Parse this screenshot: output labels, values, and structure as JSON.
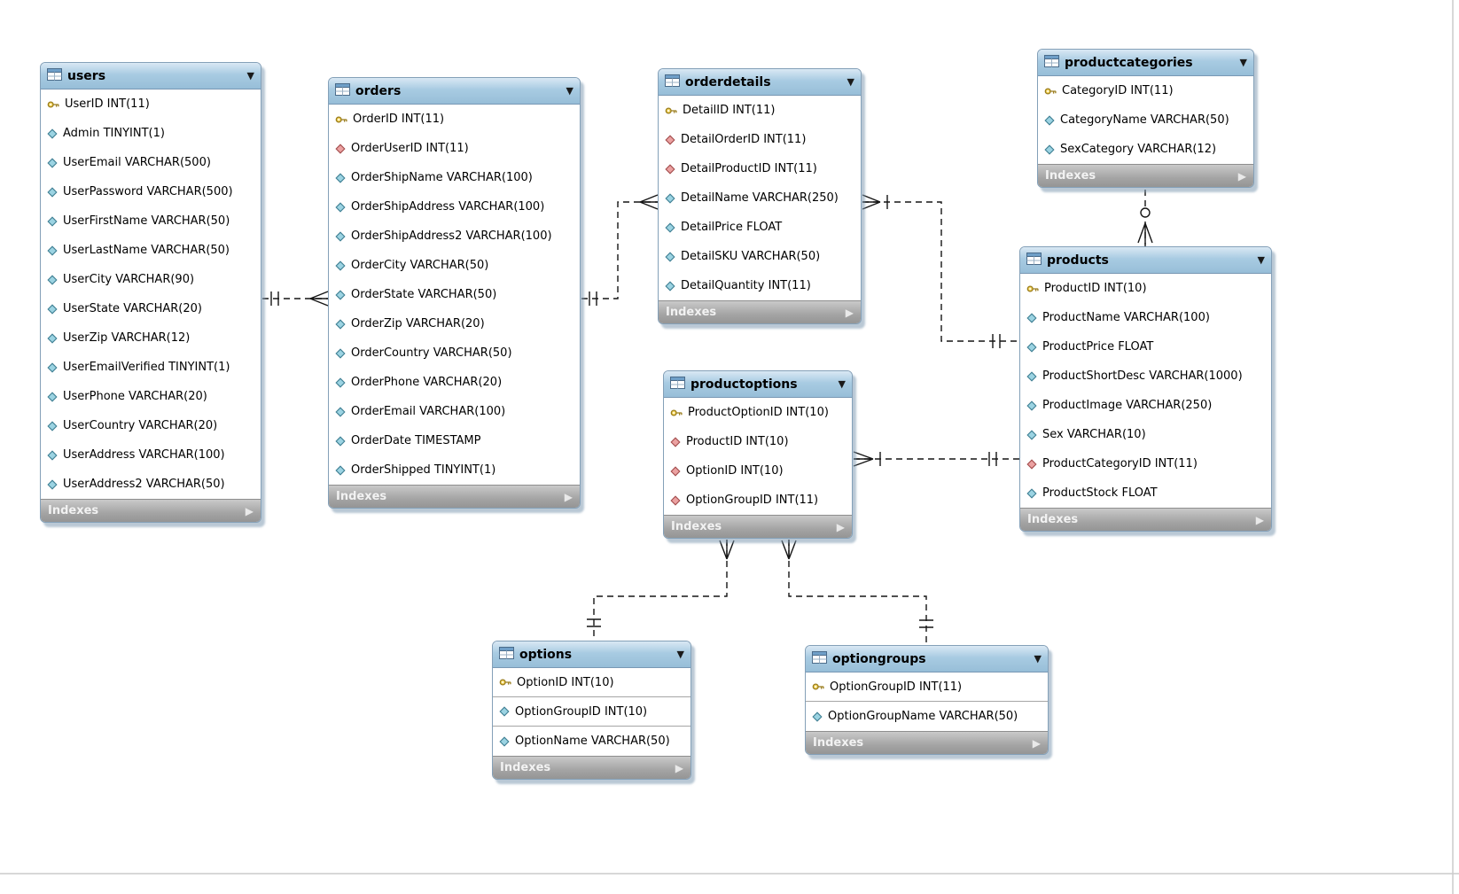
{
  "diagram": {
    "tables": [
      {
        "name": "users",
        "indexes_label": "Indexes",
        "columns": [
          {
            "icon": "pk",
            "text": "UserID INT(11)"
          },
          {
            "icon": "col",
            "text": "Admin TINYINT(1)"
          },
          {
            "icon": "col",
            "text": "UserEmail VARCHAR(500)"
          },
          {
            "icon": "col",
            "text": "UserPassword VARCHAR(500)"
          },
          {
            "icon": "col",
            "text": "UserFirstName VARCHAR(50)"
          },
          {
            "icon": "col",
            "text": "UserLastName VARCHAR(50)"
          },
          {
            "icon": "col",
            "text": "UserCity VARCHAR(90)"
          },
          {
            "icon": "col",
            "text": "UserState VARCHAR(20)"
          },
          {
            "icon": "col",
            "text": "UserZip VARCHAR(12)"
          },
          {
            "icon": "col",
            "text": "UserEmailVerified TINYINT(1)"
          },
          {
            "icon": "col",
            "text": "UserPhone VARCHAR(20)"
          },
          {
            "icon": "col",
            "text": "UserCountry VARCHAR(20)"
          },
          {
            "icon": "col",
            "text": "UserAddress VARCHAR(100)"
          },
          {
            "icon": "col",
            "text": "UserAddress2 VARCHAR(50)"
          }
        ]
      },
      {
        "name": "orders",
        "indexes_label": "Indexes",
        "columns": [
          {
            "icon": "pk",
            "text": "OrderID INT(11)"
          },
          {
            "icon": "fk",
            "text": "OrderUserID INT(11)"
          },
          {
            "icon": "col",
            "text": "OrderShipName VARCHAR(100)"
          },
          {
            "icon": "col",
            "text": "OrderShipAddress VARCHAR(100)"
          },
          {
            "icon": "col",
            "text": "OrderShipAddress2 VARCHAR(100)"
          },
          {
            "icon": "col",
            "text": "OrderCity VARCHAR(50)"
          },
          {
            "icon": "col",
            "text": "OrderState VARCHAR(50)"
          },
          {
            "icon": "col",
            "text": "OrderZip VARCHAR(20)"
          },
          {
            "icon": "col",
            "text": "OrderCountry VARCHAR(50)"
          },
          {
            "icon": "col",
            "text": "OrderPhone VARCHAR(20)"
          },
          {
            "icon": "col",
            "text": "OrderEmail VARCHAR(100)"
          },
          {
            "icon": "col",
            "text": "OrderDate TIMESTAMP"
          },
          {
            "icon": "col",
            "text": "OrderShipped TINYINT(1)"
          }
        ]
      },
      {
        "name": "orderdetails",
        "indexes_label": "Indexes",
        "columns": [
          {
            "icon": "pk",
            "text": "DetailID INT(11)"
          },
          {
            "icon": "fk",
            "text": "DetailOrderID INT(11)"
          },
          {
            "icon": "fk",
            "text": "DetailProductID INT(11)"
          },
          {
            "icon": "col",
            "text": "DetailName VARCHAR(250)"
          },
          {
            "icon": "col",
            "text": "DetailPrice FLOAT"
          },
          {
            "icon": "col",
            "text": "DetailSKU VARCHAR(50)"
          },
          {
            "icon": "col",
            "text": "DetailQuantity INT(11)"
          }
        ]
      },
      {
        "name": "productcategories",
        "indexes_label": "Indexes",
        "columns": [
          {
            "icon": "pk",
            "text": "CategoryID INT(11)"
          },
          {
            "icon": "col",
            "text": "CategoryName VARCHAR(50)"
          },
          {
            "icon": "col",
            "text": "SexCategory VARCHAR(12)"
          }
        ]
      },
      {
        "name": "products",
        "indexes_label": "Indexes",
        "columns": [
          {
            "icon": "pk",
            "text": "ProductID INT(10)"
          },
          {
            "icon": "col",
            "text": "ProductName VARCHAR(100)"
          },
          {
            "icon": "col",
            "text": "ProductPrice FLOAT"
          },
          {
            "icon": "col",
            "text": "ProductShortDesc VARCHAR(1000)"
          },
          {
            "icon": "col",
            "text": "ProductImage VARCHAR(250)"
          },
          {
            "icon": "col",
            "text": "Sex VARCHAR(10)"
          },
          {
            "icon": "fk",
            "text": "ProductCategoryID INT(11)"
          },
          {
            "icon": "col",
            "text": "ProductStock FLOAT"
          }
        ]
      },
      {
        "name": "productoptions",
        "indexes_label": "Indexes",
        "columns": [
          {
            "icon": "pk",
            "text": "ProductOptionID INT(10)"
          },
          {
            "icon": "fk",
            "text": "ProductID INT(10)"
          },
          {
            "icon": "fk",
            "text": "OptionID INT(10)"
          },
          {
            "icon": "fk",
            "text": "OptionGroupID INT(11)"
          }
        ]
      },
      {
        "name": "options",
        "indexes_label": "Indexes",
        "columns": [
          {
            "icon": "pk",
            "text": "OptionID INT(10)"
          },
          {
            "icon": "col",
            "text": "OptionGroupID INT(10)"
          },
          {
            "icon": "col",
            "text": "OptionName VARCHAR(50)"
          }
        ]
      },
      {
        "name": "optiongroups",
        "indexes_label": "Indexes",
        "columns": [
          {
            "icon": "pk",
            "text": "OptionGroupID INT(11)"
          },
          {
            "icon": "col",
            "text": "OptionGroupName VARCHAR(50)"
          }
        ]
      }
    ],
    "relationships": [
      {
        "from": "users",
        "to": "orders",
        "cardinality": "one-to-many"
      },
      {
        "from": "orders",
        "to": "orderdetails",
        "cardinality": "one-to-many"
      },
      {
        "from": "products",
        "to": "orderdetails",
        "cardinality": "one-to-many"
      },
      {
        "from": "productcategories",
        "to": "products",
        "cardinality": "one-to-many-optional"
      },
      {
        "from": "products",
        "to": "productoptions",
        "cardinality": "one-to-many"
      },
      {
        "from": "options",
        "to": "productoptions",
        "cardinality": "one-to-many"
      },
      {
        "from": "optiongroups",
        "to": "productoptions",
        "cardinality": "one-to-many"
      }
    ],
    "icon_legend": {
      "pk": "primary-key-icon",
      "col": "column-icon",
      "fk": "foreign-key-icon"
    },
    "colors": {
      "header_blue": "#a8cbe2",
      "footer_gray": "#a4a4a4",
      "pk_yellow": "#f2d257",
      "column_teal": "#9bd3e2",
      "fk_red": "#eba1a1"
    }
  }
}
